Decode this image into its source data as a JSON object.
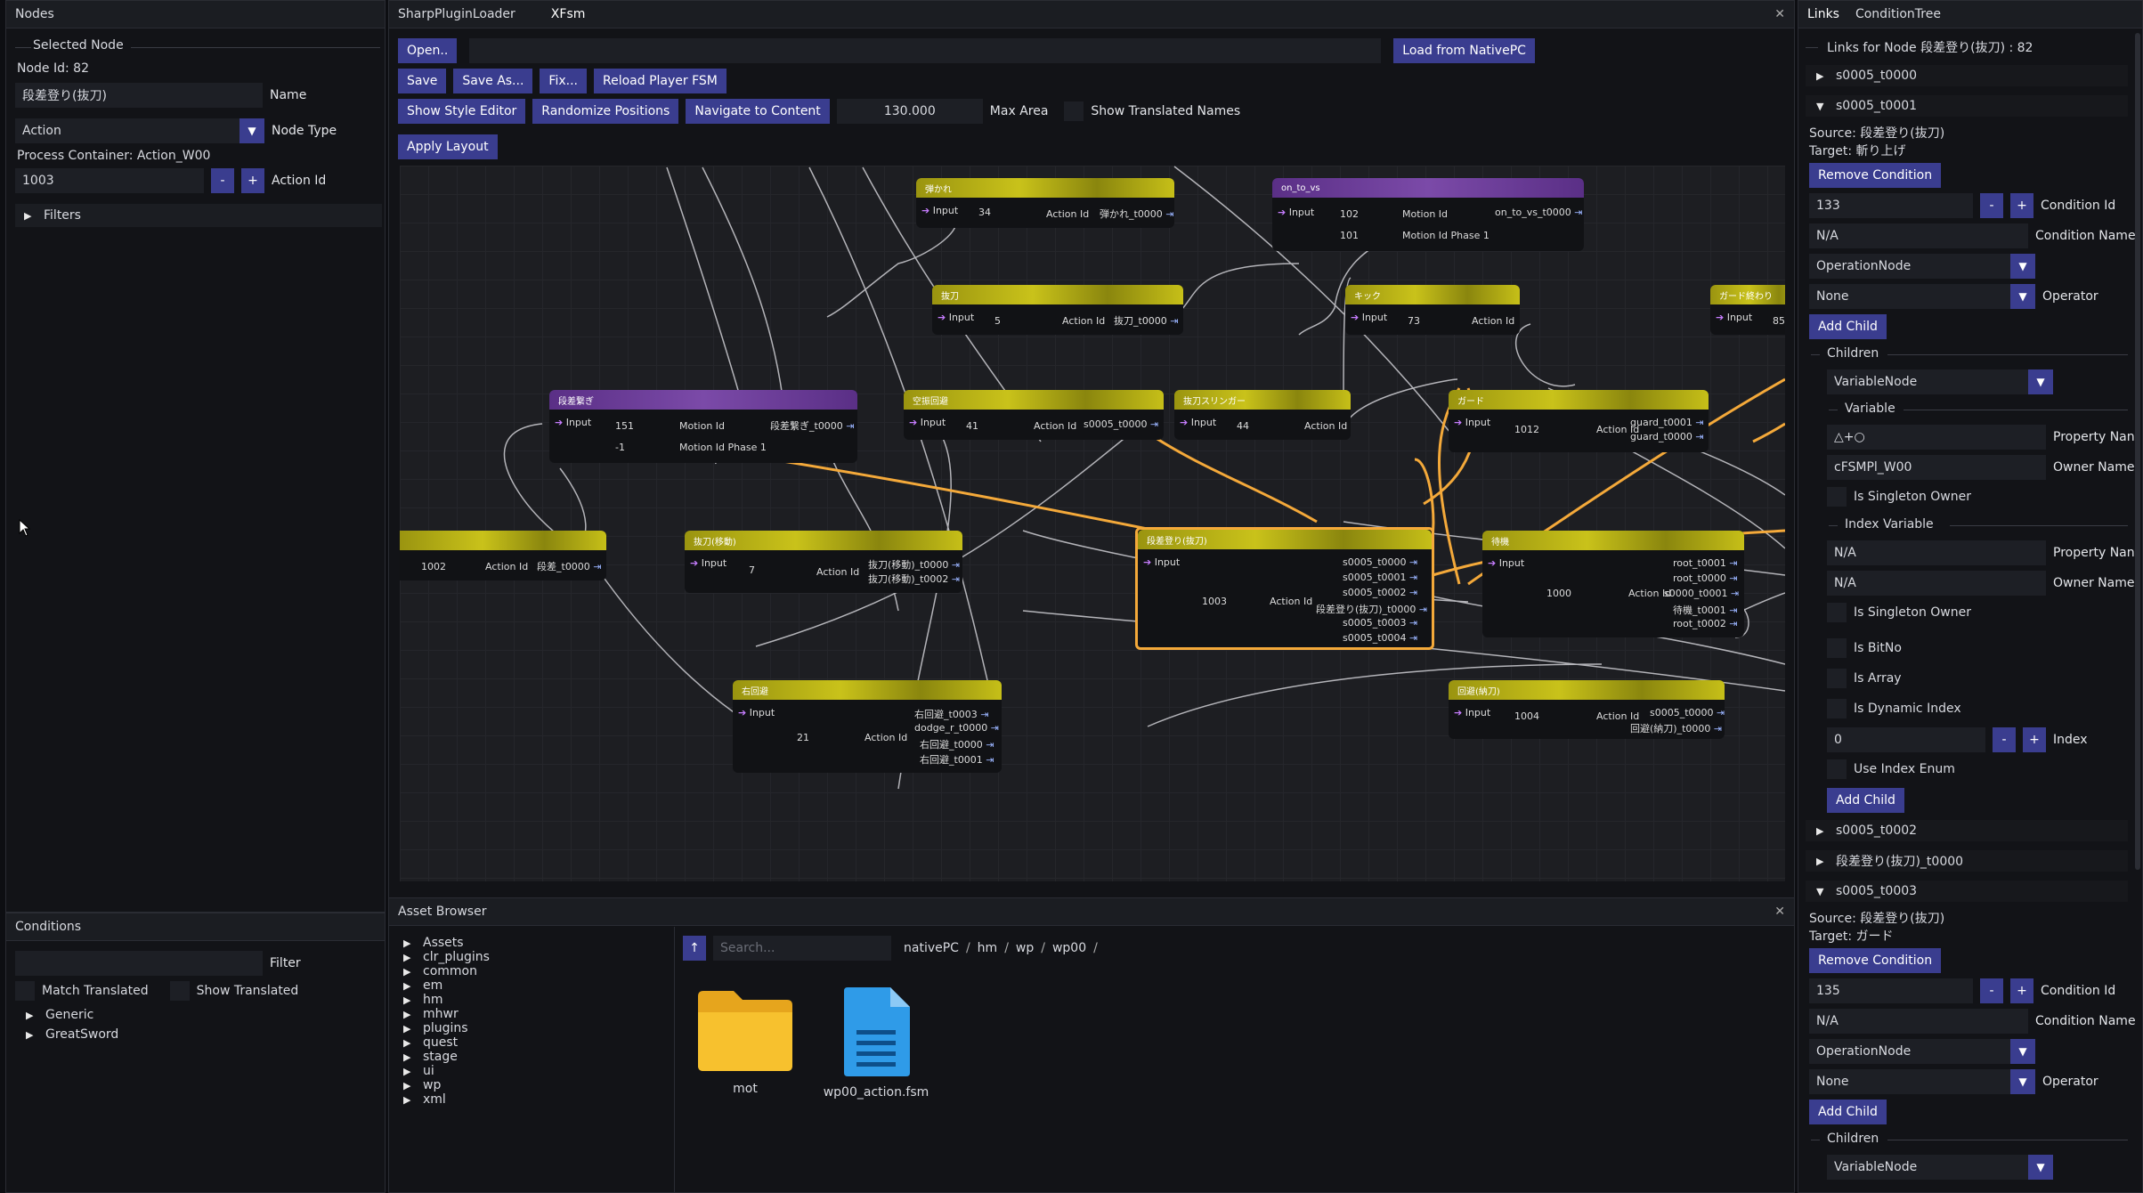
{
  "nodes_panel": {
    "title": "Nodes",
    "selected_header": "Selected Node",
    "node_id": "Node Id: 82",
    "name_value": "段差登り(抜刀)",
    "name_label": "Name",
    "type_value": "Action",
    "type_label": "Node Type",
    "process_container": "Process Container: Action_W00",
    "action_id_value": "1003",
    "action_id_label": "Action Id",
    "minus": "-",
    "plus": "+",
    "filters": "Filters"
  },
  "conditions_panel": {
    "title": "Conditions",
    "filter_label": "Filter",
    "match_translated": "Match Translated",
    "show_translated": "Show Translated",
    "tree": [
      "Generic",
      "GreatSword"
    ]
  },
  "main": {
    "tabs": [
      "SharpPluginLoader",
      "XFsm"
    ],
    "close": "✕",
    "open_btn": "Open..",
    "load_native": "Load from NativePC",
    "save": "Save",
    "save_as": "Save As...",
    "fix": "Fix...",
    "reload_fsm": "Reload Player FSM",
    "show_style": "Show Style Editor",
    "randomize": "Randomize Positions",
    "navigate": "Navigate to Content",
    "max_area_value": "130.000",
    "max_area_label": "Max Area",
    "show_translated_names": "Show Translated Names",
    "apply_layout": "Apply Layout"
  },
  "graph_nodes": [
    {
      "id": "n0",
      "title": "弾かれ",
      "input": "Input",
      "rows": [
        {
          "v": "34",
          "l": "Action Id"
        }
      ],
      "outs": [
        "弾かれ_t0000"
      ]
    },
    {
      "id": "n1",
      "title": "on_to_vs",
      "input": "Input",
      "rows": [
        {
          "v": "102",
          "l": "Motion Id"
        },
        {
          "v": "101",
          "l": "Motion Id Phase 1"
        }
      ],
      "outs": [
        "on_to_vs_t0000"
      ]
    },
    {
      "id": "n2",
      "title": "抜刀",
      "input": "Input",
      "rows": [
        {
          "v": "5",
          "l": "Action Id"
        }
      ],
      "outs": [
        "抜刀_t0000"
      ]
    },
    {
      "id": "n3",
      "title": "キック",
      "input": "Input",
      "rows": [
        {
          "v": "73",
          "l": "Action Id"
        }
      ],
      "outs": []
    },
    {
      "id": "n4",
      "title": "ガード終わり",
      "input": "Input",
      "rows": [
        {
          "v": "85",
          "l": ""
        }
      ],
      "outs": []
    },
    {
      "id": "n5",
      "title": "段差繋ぎ",
      "input": "Input",
      "rows": [
        {
          "v": "151",
          "l": "Motion Id"
        },
        {
          "v": "-1",
          "l": "Motion Id Phase 1"
        }
      ],
      "outs": [
        "段差繋ぎ_t0000"
      ]
    },
    {
      "id": "n6",
      "title": "空振回避",
      "input": "Input",
      "rows": [
        {
          "v": "41",
          "l": "Action Id"
        }
      ],
      "outs": [
        "s0005_t0000"
      ]
    },
    {
      "id": "n7",
      "title": "抜刀スリンガー",
      "input": "Input",
      "rows": [
        {
          "v": "44",
          "l": "Action Id"
        }
      ],
      "outs": []
    },
    {
      "id": "n8",
      "title": "ガード",
      "input": "Input",
      "rows": [
        {
          "v": "1012",
          "l": "Action Id"
        }
      ],
      "outs": [
        "guard_t0001",
        "guard_t0000"
      ]
    },
    {
      "id": "n9",
      "title": "",
      "input": "",
      "rows": [
        {
          "v": "1002",
          "l": "Action Id"
        }
      ],
      "outs": [
        "段差_t0000"
      ]
    },
    {
      "id": "n10",
      "title": "抜刀(移動)",
      "input": "Input",
      "rows": [
        {
          "v": "7",
          "l": "Action Id"
        }
      ],
      "outs": [
        "抜刀(移動)_t0000",
        "抜刀(移動)_t0002"
      ]
    },
    {
      "id": "n11",
      "title": "段差登り(抜刀)",
      "input": "Input",
      "rows": [
        {
          "v": "1003",
          "l": "Action Id"
        }
      ],
      "outs": [
        "s0005_t0000",
        "s0005_t0001",
        "s0005_t0002",
        "段差登り(抜刀)_t0000",
        "s0005_t0003",
        "s0005_t0004"
      ]
    },
    {
      "id": "n12",
      "title": "待機",
      "input": "Input",
      "rows": [
        {
          "v": "1000",
          "l": "Action Id"
        }
      ],
      "outs": [
        "root_t0001",
        "root_t0000",
        "s0000_t0001",
        "待機_t0001",
        "root_t0002"
      ]
    },
    {
      "id": "n13",
      "title": "右回避",
      "input": "Input",
      "rows": [
        {
          "v": "21",
          "l": "Action Id"
        }
      ],
      "outs": [
        "右回避_t0003",
        "dodge_r_t0000",
        "右回避_t0000",
        "右回避_t0001"
      ]
    },
    {
      "id": "n14",
      "title": "回避(納刀)",
      "input": "Input",
      "rows": [
        {
          "v": "1004",
          "l": "Action Id"
        }
      ],
      "outs": [
        "s0005_t0000",
        "回避(納刀)_t0000"
      ]
    }
  ],
  "asset_browser": {
    "title": "Asset Browser",
    "tree": [
      "Assets",
      "clr_plugins",
      "common",
      "em",
      "hm",
      "mhwr",
      "plugins",
      "quest",
      "stage",
      "ui",
      "wp",
      "xml"
    ],
    "search_placeholder": "Search...",
    "path": [
      "nativePC",
      "/",
      "hm",
      "/",
      "wp",
      "/",
      "wp00",
      "/"
    ],
    "items": [
      {
        "name": "mot",
        "icon": "folder-icon"
      },
      {
        "name": "wp00_action.fsm",
        "icon": "file-icon"
      }
    ]
  },
  "links_panel": {
    "tabs": [
      "Links",
      "ConditionTree"
    ],
    "header": "Links for Node 段差登り(抜刀) : 82",
    "links": [
      {
        "name": "s0005_t0000",
        "open": false
      },
      {
        "name": "s0005_t0001",
        "open": true,
        "source": "Source: 段差登り(抜刀)",
        "target": "Target: 斬り上げ",
        "remove": "Remove Condition",
        "cond_id": "133",
        "cond_id_label": "Condition Id",
        "cond_name": "N/A",
        "cond_name_label": "Condition Name",
        "node_type": "OperationNode",
        "operator": "None",
        "operator_label": "Operator",
        "add_child": "Add Child",
        "children": "Children",
        "child_type": "VariableNode",
        "variable": "Variable",
        "prop_value": "△+○",
        "prop_label": "Property Nan",
        "owner_value": "cFSMPl_W00",
        "owner_label": "Owner Name",
        "singleton": "Is Singleton Owner",
        "index_variable": "Index Variable",
        "idx_prop": "N/A",
        "idx_prop_label": "Property Nan",
        "idx_owner": "N/A",
        "idx_owner_label": "Owner Name",
        "idx_singleton": "Is Singleton Owner",
        "is_bitno": "Is BitNo",
        "is_array": "Is Array",
        "is_dynamic": "Is Dynamic Index",
        "index_value": "0",
        "index_label": "Index",
        "use_enum": "Use Index Enum",
        "add_child2": "Add Child"
      },
      {
        "name": "s0005_t0002",
        "open": false
      },
      {
        "name": "段差登り(抜刀)_t0000",
        "open": false
      },
      {
        "name": "s0005_t0003",
        "open": true,
        "source": "Source: 段差登り(抜刀)",
        "target": "Target: ガード",
        "remove": "Remove Condition",
        "cond_id": "135",
        "cond_id_label": "Condition Id",
        "cond_name": "N/A",
        "cond_name_label": "Condition Name",
        "node_type": "OperationNode",
        "operator": "None",
        "operator_label": "Operator",
        "add_child": "Add Child",
        "children": "Children",
        "child_type": "VariableNode"
      }
    ]
  },
  "colors": {
    "accent": "#3a3d8f",
    "link": "#f4a93a",
    "node_yellow": "#c9c21a",
    "node_purple": "#7b4aa8"
  }
}
